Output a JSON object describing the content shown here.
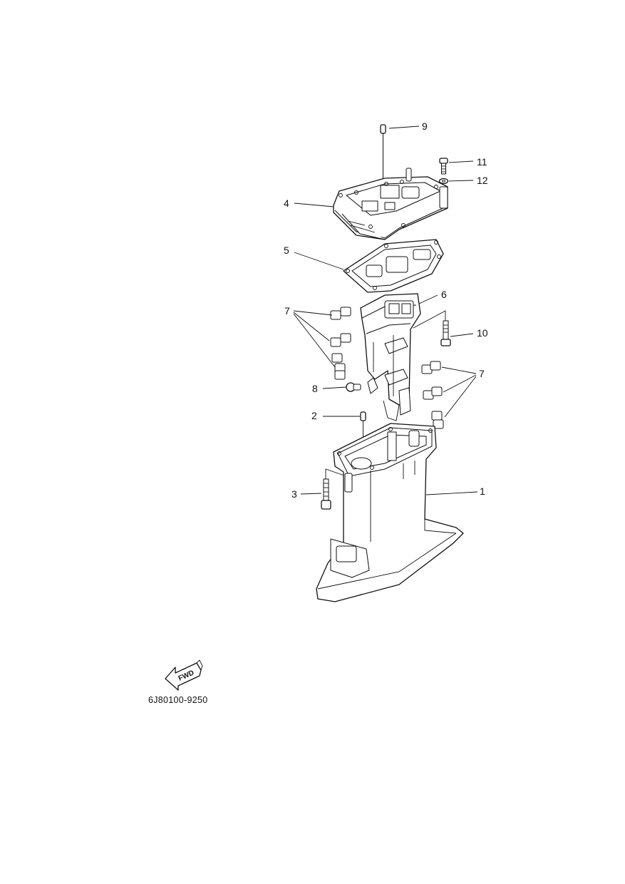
{
  "diagram_code": "6J80100-9250",
  "fwd_label": "FWD",
  "callouts": {
    "c1": "1",
    "c2": "2",
    "c3": "3",
    "c4": "4",
    "c5": "5",
    "c6": "6",
    "c7a": "7",
    "c7b": "7",
    "c8": "8",
    "c9": "9",
    "c10": "10",
    "c11": "11",
    "c12": "12"
  }
}
